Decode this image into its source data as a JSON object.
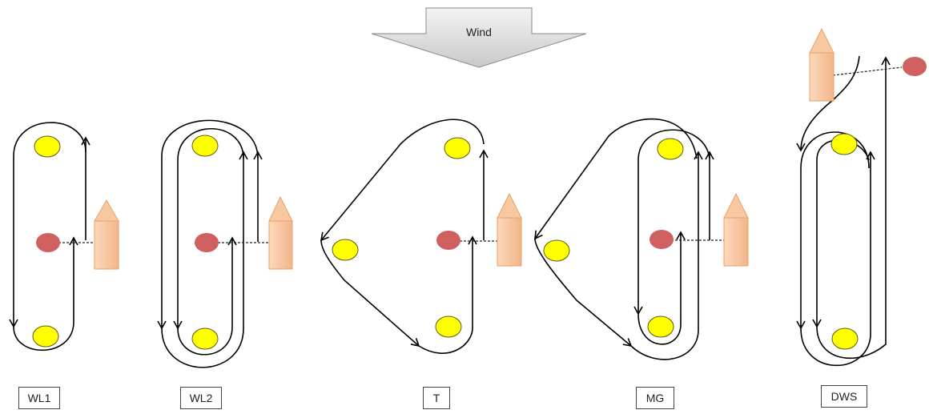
{
  "wind": {
    "label": "Wind"
  },
  "courses": [
    {
      "id": "WL1",
      "label": "WL1"
    },
    {
      "id": "WL2",
      "label": "WL2"
    },
    {
      "id": "T",
      "label": "T"
    },
    {
      "id": "MG",
      "label": "MG"
    },
    {
      "id": "DWS",
      "label": "DWS"
    }
  ],
  "colors": {
    "mark": "#ffff00",
    "mark_stroke": "#5a5a1a",
    "start_pin": "#d06060",
    "committee_boat": "#f6c49a",
    "committee_boat_stroke": "#e7a06a",
    "wind_arrow": "#d8d8d8",
    "course_line": "#000000"
  }
}
